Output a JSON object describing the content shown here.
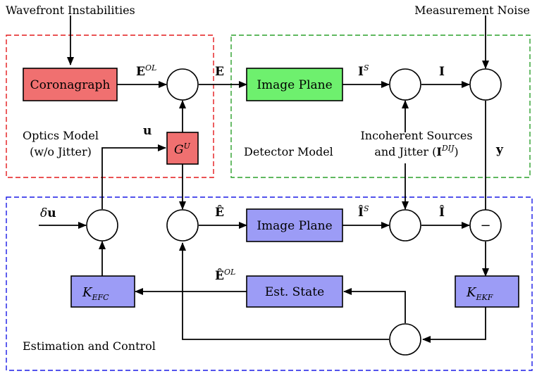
{
  "colors": {
    "optics_region": "#e41a1c",
    "detector_region": "#2ca02c",
    "estimation_region": "#1a1ae6",
    "coronagraph_fill": "#f07070",
    "gu_fill": "#f07070",
    "image_plane_fill": "#6ef06e",
    "estimation_block_fill": "#9c9cf6"
  },
  "inputs": {
    "wavefront": "Wavefront Instabilities",
    "noise": "Measurement Noise"
  },
  "regions": {
    "optics_line1": "Optics Model",
    "optics_line2": "(w/o Jitter)",
    "detector": "Detector Model",
    "estimation": "Estimation and Control"
  },
  "blocks": {
    "coronagraph": "Coronagraph",
    "gu_base": "G",
    "gu_sup": "U",
    "image_plane": "Image Plane",
    "image_plane_est": "Image Plane",
    "est_state": "Est. State",
    "kefc_base": "K",
    "kefc_sub": "EFC",
    "kekf_base": "K",
    "kekf_sub": "EKF"
  },
  "signals": {
    "eol_base": "E",
    "eol_sup": "OL",
    "e": "E",
    "is_base": "I",
    "is_sup": "S",
    "i": "I",
    "u": "u",
    "y": "y",
    "incoherent_line1": "Incoherent Sources",
    "incoherent_line2_prefix": "and Jitter (",
    "incoherent_line2_base": "I",
    "incoherent_line2_sup": "DIJ",
    "incoherent_line2_suffix": ")",
    "delta_u_delta": "δ",
    "delta_u_u": "u",
    "ehat": "Ê",
    "ishat_base": "Î",
    "ishat_sup": "S",
    "ihat": "Î",
    "eolhat_base": "Ê",
    "eolhat_sup": "OL",
    "minus": "−"
  }
}
